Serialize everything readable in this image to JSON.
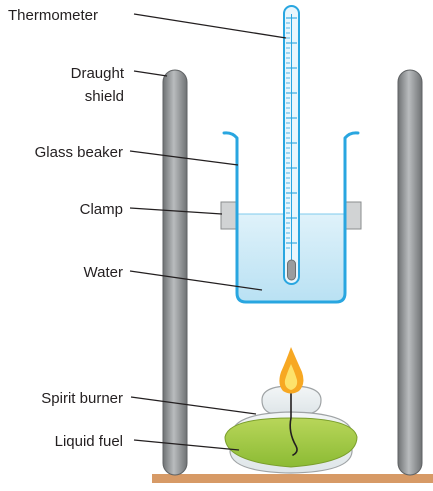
{
  "labels": {
    "thermometer": "Thermometer",
    "draught_shield_line1": "Draught",
    "draught_shield_line2": "shield",
    "glass_beaker": "Glass beaker",
    "clamp": "Clamp",
    "water": "Water",
    "spirit_burner": "Spirit burner",
    "liquid_fuel": "Liquid fuel"
  },
  "colors": {
    "text": "#231f20",
    "leader_line": "#231f20",
    "glass_outline": "#29a6e0",
    "water_fill": "#c7e8f6",
    "shield_pole": "#8c8f91",
    "clamp": "#d1d3d4",
    "fuel": "#9bc63b",
    "flame_outer": "#f7a823",
    "flame_inner": "#fde26b",
    "bench": "#d79a66"
  }
}
